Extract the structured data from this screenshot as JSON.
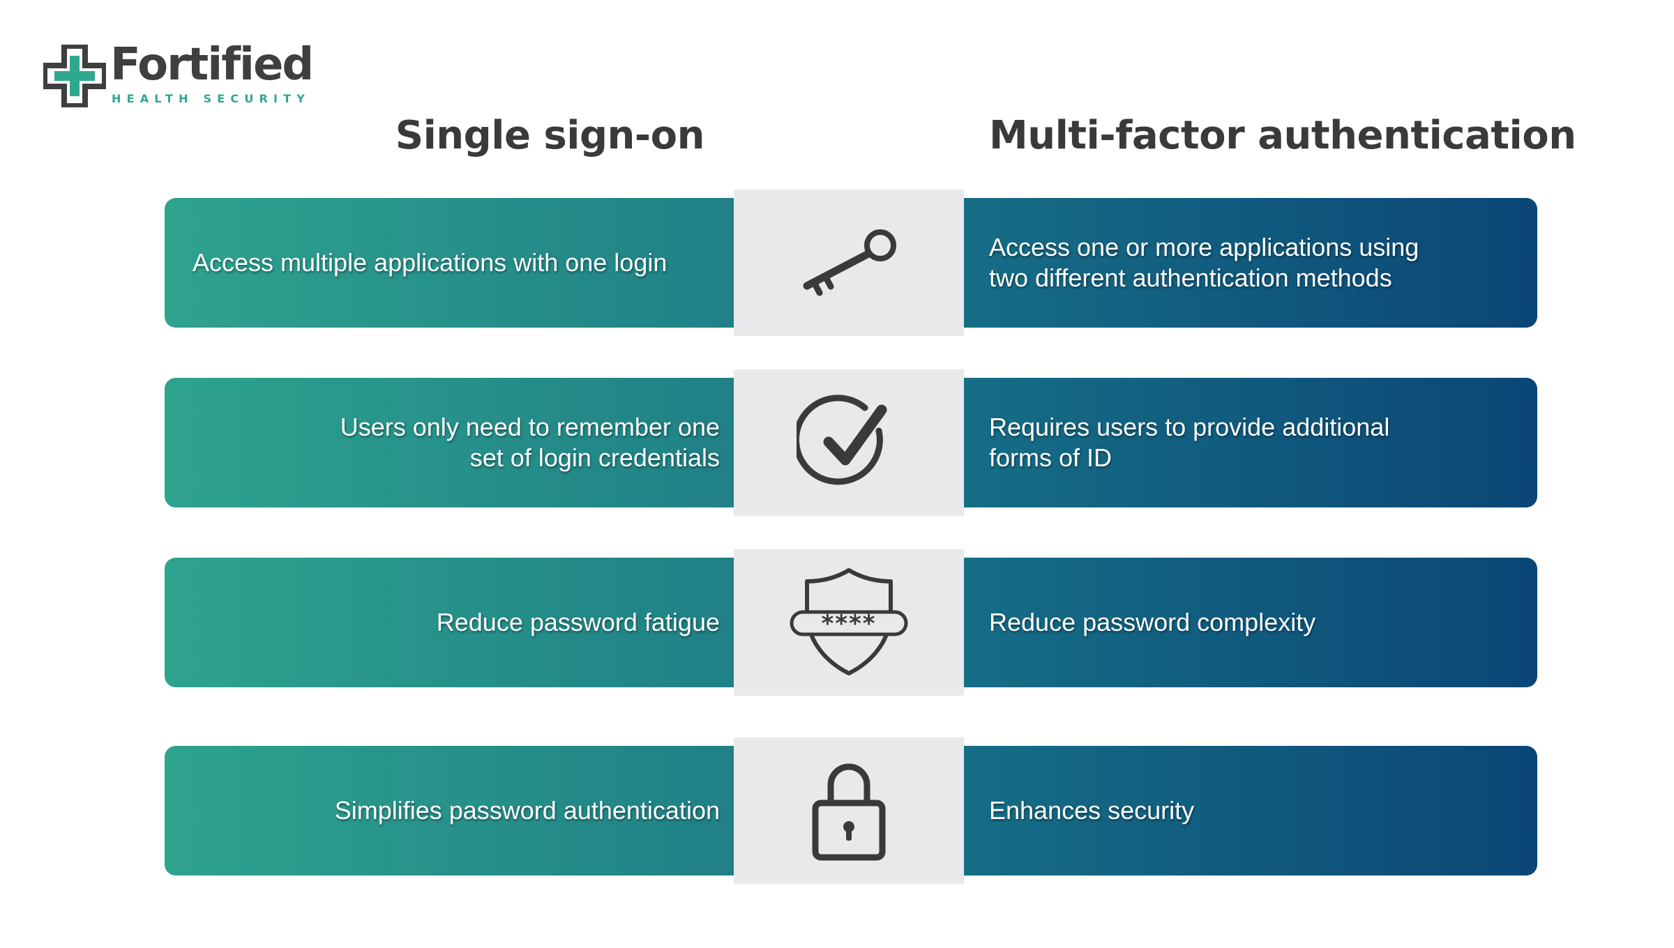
{
  "brand": {
    "name": "Fortified",
    "tagline": "HEALTH SECURITY",
    "colors": {
      "teal": "#2ea38e",
      "navy": "#0b4676",
      "gray": "#3f3f3f"
    }
  },
  "columns": {
    "left_title": "Single sign-on",
    "right_title": "Multi-factor authentication"
  },
  "rows": [
    {
      "icon": "key-icon",
      "left": "Access multiple applications with one login",
      "right": "Access one or more applications using two different authentication methods"
    },
    {
      "icon": "checkmark-circle-icon",
      "left": "Users only need to remember one set of login credentials",
      "right": "Requires users to provide additional forms of ID"
    },
    {
      "icon": "shield-password-icon",
      "left": "Reduce password fatigue",
      "right": "Reduce password complexity"
    },
    {
      "icon": "padlock-icon",
      "left": "Simplifies password authentication",
      "right": "Enhances security"
    }
  ]
}
